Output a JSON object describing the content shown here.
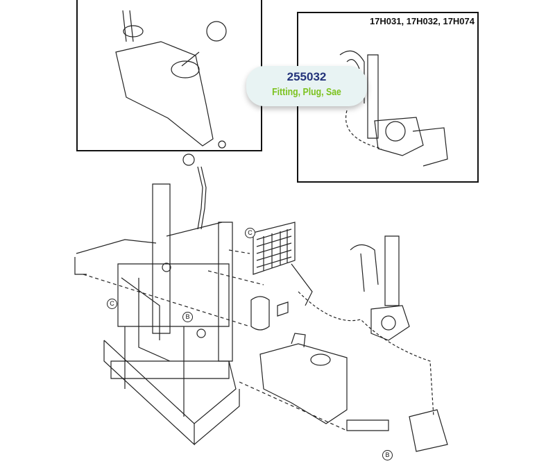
{
  "inset_models": "17H031, 17H032, 17H074",
  "callout": {
    "part_number": "255032",
    "description": "Fitting, Plug, Sae"
  },
  "callout_labels": [
    "C",
    "C",
    "B",
    "B"
  ],
  "colors": {
    "part_number": "#23337a",
    "description": "#7cc21f",
    "callout_bg": "#e8f3f3"
  }
}
